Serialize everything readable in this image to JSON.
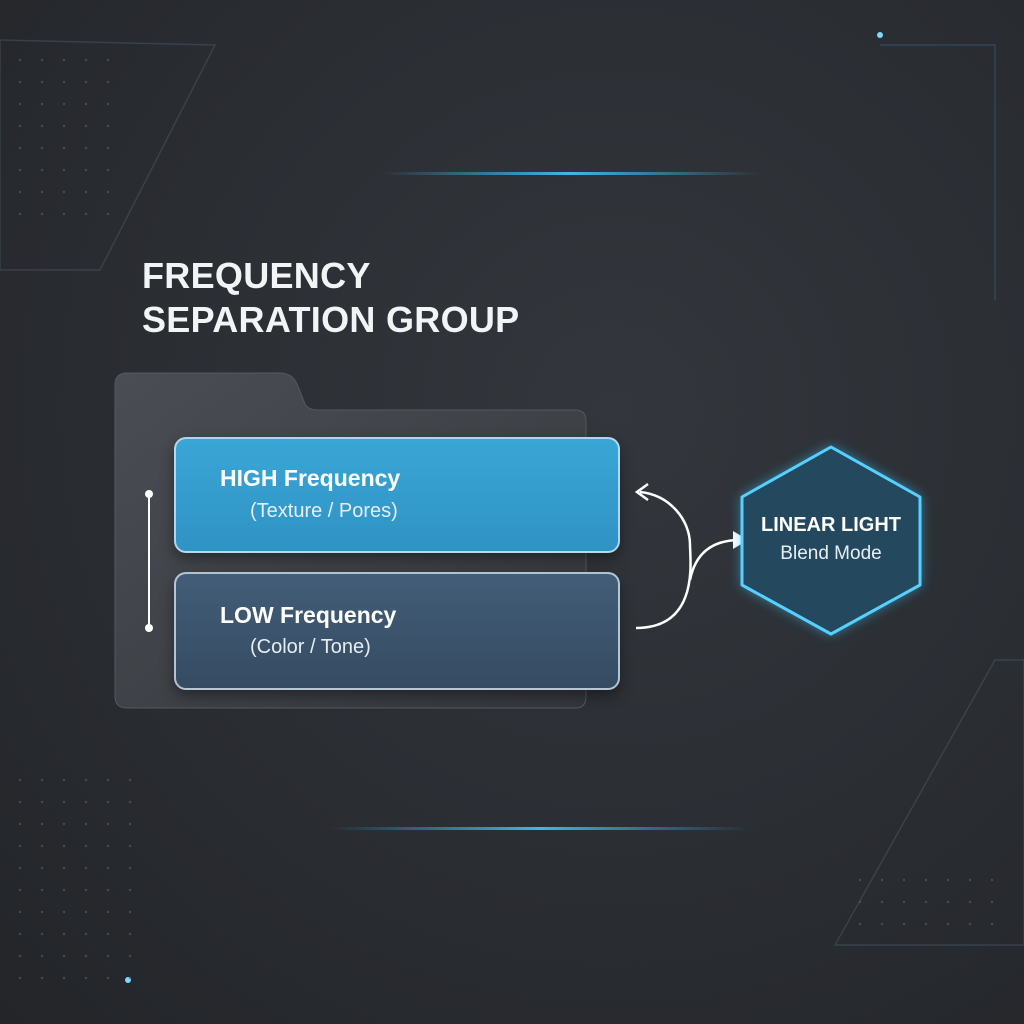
{
  "title": {
    "line1": "FREQUENCY",
    "line2": "SEPARATION GROUP"
  },
  "layers": [
    {
      "name": "HIGH Frequency",
      "detail": "(Texture / Pores)"
    },
    {
      "name": "LOW Frequency",
      "detail": "(Color / Tone)"
    }
  ],
  "blend": {
    "name": "LINEAR LIGHT",
    "label": "Blend Mode"
  },
  "colors": {
    "accent": "#3aa6d6",
    "low": "#3b5671",
    "glow": "#35b8f0",
    "background": "#2a2d32"
  }
}
